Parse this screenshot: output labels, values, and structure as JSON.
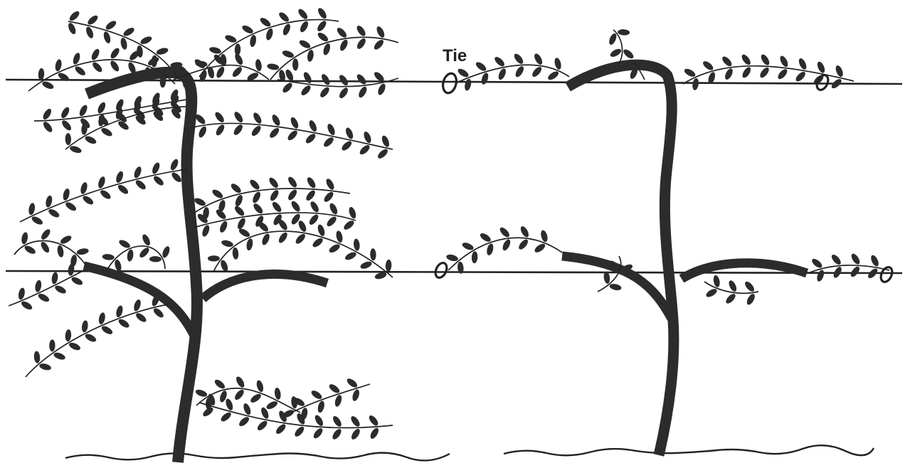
{
  "diagram": {
    "labels": {
      "tie": "Tie"
    },
    "colors": {
      "ink": "#2c2c2c",
      "background": "#ffffff"
    },
    "elements": [
      "top-wire",
      "bottom-wire",
      "unpruned-vine",
      "trained-vine",
      "ties",
      "ground"
    ]
  }
}
